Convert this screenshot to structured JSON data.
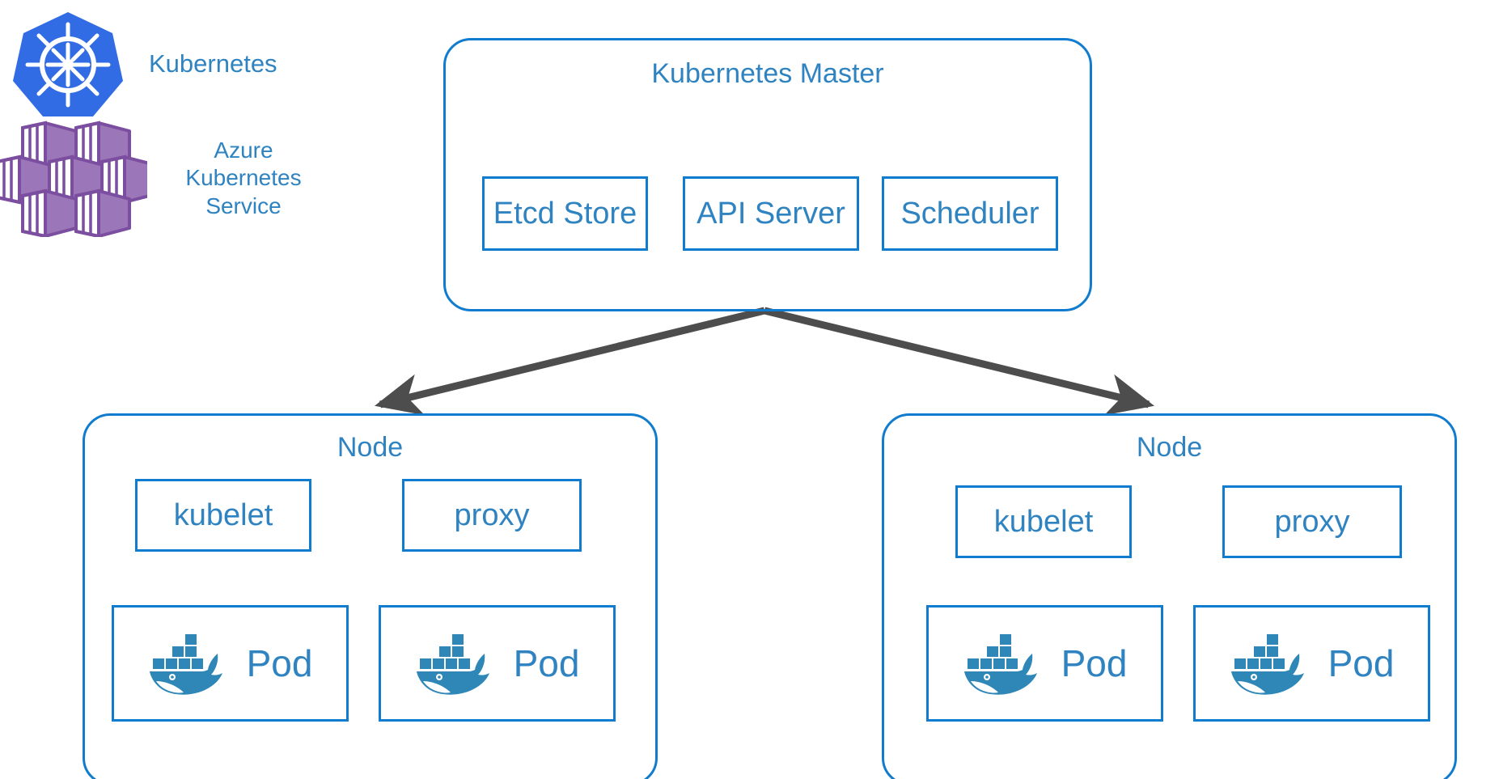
{
  "legend": {
    "items": [
      {
        "icon": "kubernetes-logo",
        "label": "Kubernetes"
      },
      {
        "icon": "azure-kubernetes-service-logo",
        "label": "Azure\nKubernetes\nService"
      }
    ]
  },
  "master": {
    "title": "Kubernetes Master",
    "components": [
      {
        "label": "Etcd Store"
      },
      {
        "label": "API Server"
      },
      {
        "label": "Scheduler"
      }
    ]
  },
  "nodes": [
    {
      "title": "Node",
      "agents": [
        {
          "label": "kubelet"
        },
        {
          "label": "proxy"
        }
      ],
      "pods": [
        {
          "icon": "docker-whale-icon",
          "label": "Pod"
        },
        {
          "icon": "docker-whale-icon",
          "label": "Pod"
        }
      ]
    },
    {
      "title": "Node",
      "agents": [
        {
          "label": "kubelet"
        },
        {
          "label": "proxy"
        }
      ],
      "pods": [
        {
          "icon": "docker-whale-icon",
          "label": "Pod"
        },
        {
          "icon": "docker-whale-icon",
          "label": "Pod"
        }
      ]
    }
  ],
  "connectors": [
    {
      "name": "master-to-node-left",
      "direction": "down-left",
      "arrowhead": "end"
    },
    {
      "name": "master-to-node-right",
      "direction": "down-right",
      "arrowhead": "end"
    }
  ],
  "colors": {
    "text_blue": "#2e83c0",
    "border_blue": "#0f7ccf",
    "kubernetes_blue": "#326ce5",
    "aks_purple": "#9b76b8",
    "aks_purple_dark": "#7b4ea0",
    "docker_blue": "#2f87b7",
    "arrow_gray": "#4d4d4d",
    "background": "#ffffff"
  }
}
